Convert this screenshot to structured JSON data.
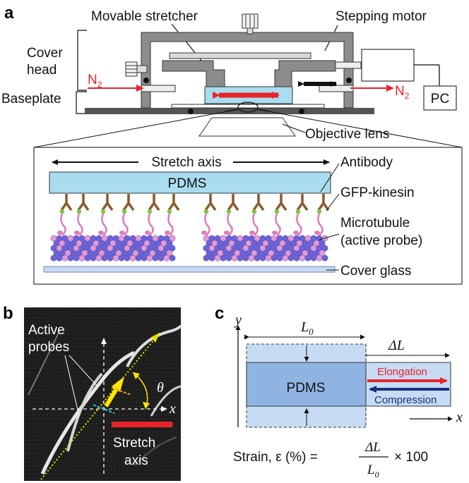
{
  "panel_a": {
    "letter": "a",
    "movable_stretcher": "Movable stretcher",
    "stepping_motor": "Stepping motor",
    "cover_head_line1": "Cover",
    "cover_head_line2": "head",
    "baseplate": "Baseplate",
    "n2_base": "N",
    "n2_sub": "2",
    "pc": "PC",
    "objective_lens": "Objective lens",
    "stretch_axis": "Stretch axis",
    "pdms": "PDMS",
    "antibody": "Antibody",
    "gfp_kinesin": "GFP-kinesin",
    "microtubule_line1": "Microtubule",
    "microtubule_line2": "(active probe)",
    "cover_glass": "Cover glass"
  },
  "panel_b": {
    "letter": "b",
    "active_line1": "Active",
    "active_line2": "probes",
    "theta": "θ",
    "x_axis": "x",
    "stretch_line1": "Stretch",
    "stretch_line2": "axis"
  },
  "panel_c": {
    "letter": "c",
    "y_axis": "y",
    "x_axis": "x",
    "l0_base": "L",
    "l0_sub": "0",
    "delta_l": "ΔL",
    "pdms": "PDMS",
    "elongation": "Elongation",
    "compression": "Compression",
    "strain_prefix": "Strain, ε (%) =",
    "frac_num": "ΔL",
    "frac_den_base": "L",
    "frac_den_sub": "0",
    "times100": "× 100"
  },
  "colors": {
    "frame_gray": "#8c8c8c",
    "baseplate_dark": "#555555",
    "pdms_blue": "#a9dcee",
    "arrow_red": "#e8232a",
    "antibody_brown": "#8b5a2b",
    "kinesin_green": "#7ac943",
    "kinesin_pink": "#e07ab8",
    "microtubule_purple": "#6d63d8",
    "microtubule_pink": "#e59ad3",
    "cover_glass": "#c9d8f0",
    "theta_yellow": "#ffe600",
    "dotted_yellow": "#e8e200",
    "stretch_red": "#e8232a",
    "pdms_c_dark": "#8fb4e2",
    "pdms_c_light": "#c6dcf4",
    "compression_navy": "#1a2e7a"
  }
}
